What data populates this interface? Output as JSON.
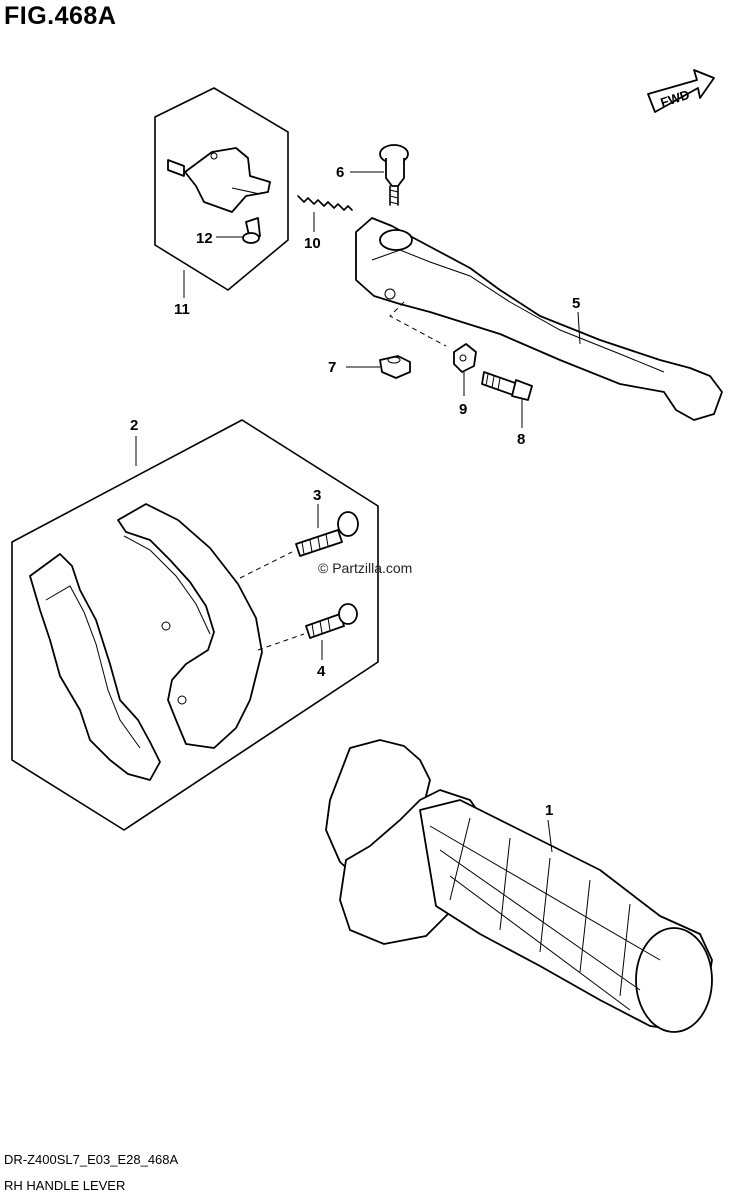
{
  "figure": {
    "title": "FIG.468A",
    "direction_label": "FWD",
    "watermark": "© Partzilla.com",
    "footer_code": "DR-Z400SL7_E03_E28_468A",
    "footer_name": "RH HANDLE LEVER"
  },
  "callouts": {
    "c1": "1",
    "c2": "2",
    "c3": "3",
    "c4": "4",
    "c5": "5",
    "c6": "6",
    "c7": "7",
    "c8": "8",
    "c9": "9",
    "c10": "10",
    "c11": "11",
    "c12": "12"
  },
  "icons": {
    "fwd_arrow": "fwd-arrow-icon"
  }
}
